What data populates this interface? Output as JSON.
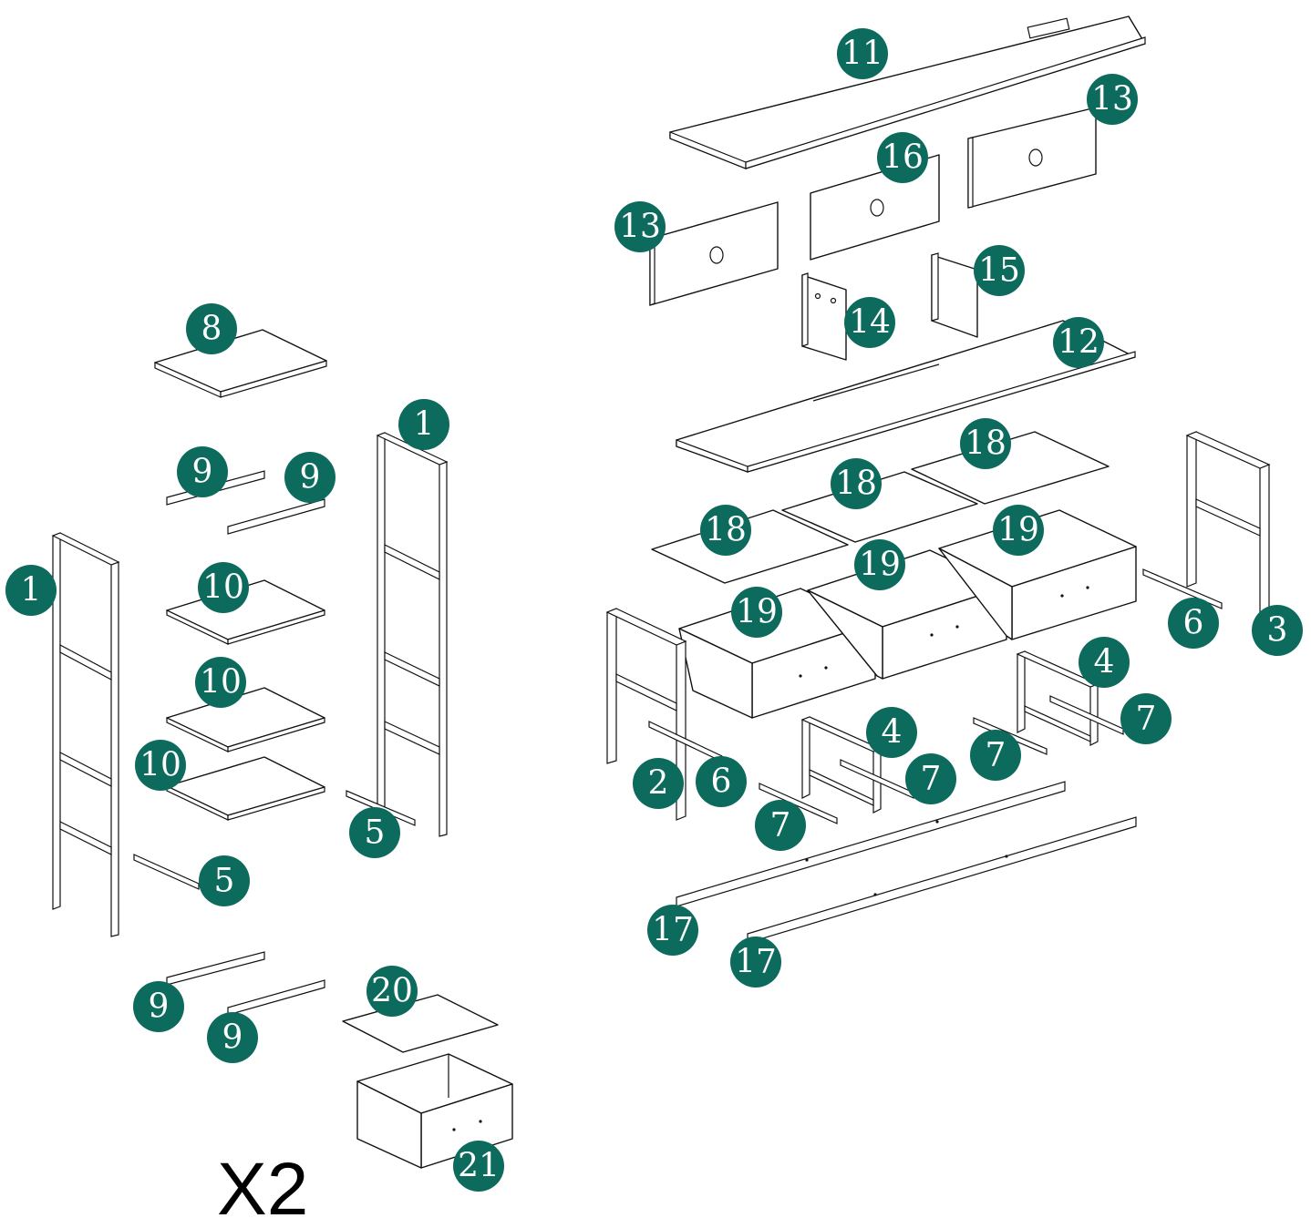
{
  "quantity_note": "X2",
  "colors": {
    "callout": "#0d6b5e",
    "callout_text": "#ffffff",
    "line": "#111111"
  },
  "callouts": {
    "c11": "11",
    "c13a": "13",
    "c13b": "13",
    "c16": "16",
    "c15": "15",
    "c14": "14",
    "c12": "12",
    "c18a": "18",
    "c18b": "18",
    "c18c": "18",
    "c19a": "19",
    "c19b": "19",
    "c19c": "19",
    "c8": "8",
    "c9a": "9",
    "c9b": "9",
    "c9c": "9",
    "c9d": "9",
    "c1a": "1",
    "c1b": "1",
    "c10a": "10",
    "c10b": "10",
    "c10c": "10",
    "c5a": "5",
    "c5b": "5",
    "c3": "3",
    "c6a": "6",
    "c6b": "6",
    "c2": "2",
    "c4a": "4",
    "c4b": "4",
    "c7a": "7",
    "c7b": "7",
    "c7c": "7",
    "c7d": "7",
    "c17a": "17",
    "c17b": "17",
    "c20": "20",
    "c21": "21"
  }
}
